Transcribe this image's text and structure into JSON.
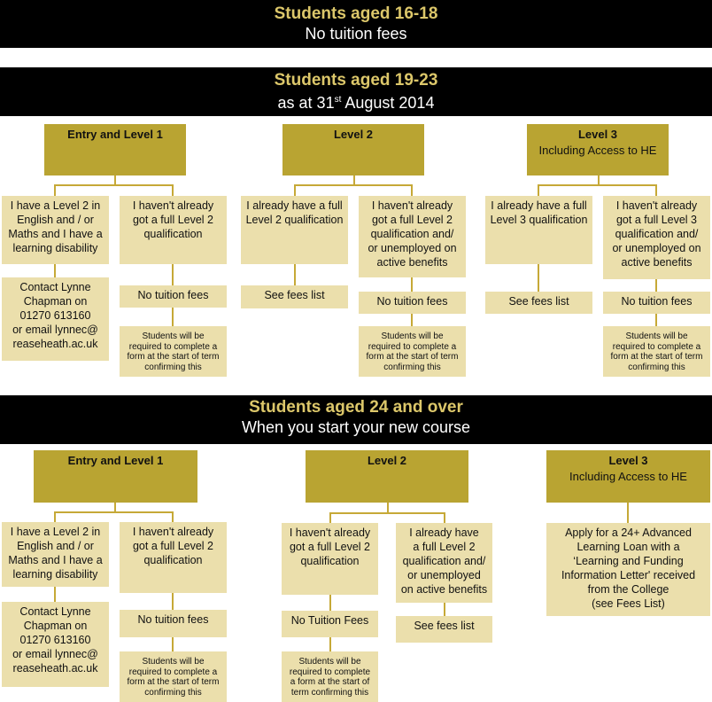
{
  "bands": {
    "b1": {
      "title": "Students aged 16-18",
      "subtitle": "No tuition fees"
    },
    "b2": {
      "title": "Students aged 19-23",
      "subtitle_pre": "as at 31",
      "subtitle_sup": "st",
      "subtitle_post": " August 2014"
    },
    "b3": {
      "title": "Students aged 24 and over",
      "subtitle": "When you start your new course"
    }
  },
  "s2": {
    "entry": {
      "title": "Entry and Level 1",
      "a1": "I have a Level 2 in\nEnglish and / or\nMaths and I have a\nlearning disability",
      "contact": "Contact Lynne\nChapman on\n01270 613160\nor email lynnec@\nreaseheath.ac.uk",
      "a2": "I haven't already\ngot a full Level 2\nqualification",
      "fees": "No tuition fees",
      "form": "Students will be\nrequired to complete a\nform at the start of term\nconfirming this"
    },
    "level2": {
      "title": "Level 2",
      "b1": "I already have a full\nLevel 2 qualification",
      "b1_fees": "See fees list",
      "b2": "I haven't already\ngot a full Level 2\nqualification and/\nor unemployed on\nactive benefits",
      "b2_fees": "No tuition fees",
      "form": "Students will be\nrequired to complete a\nform at the start of term\nconfirming this"
    },
    "level3": {
      "title": "Level 3",
      "subtitle": "Including Access to HE",
      "c1": "I already have a full\nLevel 3 qualification",
      "c1_fees": "See fees list",
      "c2": "I haven't already\ngot a full Level 3\nqualification and/\nor unemployed on\nactive benefits",
      "c2_fees": "No tuition fees",
      "form": "Students will be\nrequired to complete a\nform at the start of term\nconfirming this"
    }
  },
  "s3": {
    "entry": {
      "title": "Entry and Level 1",
      "a1": "I have a Level 2 in\nEnglish and / or\nMaths and I have a\nlearning disability",
      "contact": "Contact Lynne\nChapman on\n01270 613160\nor email lynnec@\nreaseheath.ac.uk",
      "a2": "I haven't already\ngot a full Level 2\nqualification",
      "fees": "No tuition fees",
      "form": "Students will be\nrequired to complete a\nform at the start of term\nconfirming this"
    },
    "level2": {
      "title": "Level 2",
      "d1": "I haven't already\ngot a full Level 2\nqualification",
      "d1_fees": "No Tuition Fees",
      "form": "Students will be\nrequired to complete\na form at the start of\nterm confirming this",
      "d2": "I already have\na full Level 2\nqualification and/\nor unemployed\non active benefits",
      "d2_fees": "See fees list"
    },
    "level3": {
      "title": "Level 3",
      "subtitle": "Including Access to HE",
      "apply": "Apply for a 24+ Advanced\nLearning Loan with a\n‘Learning and Funding\nInformation Letter' received\nfrom the College\n(see Fees List)"
    }
  }
}
